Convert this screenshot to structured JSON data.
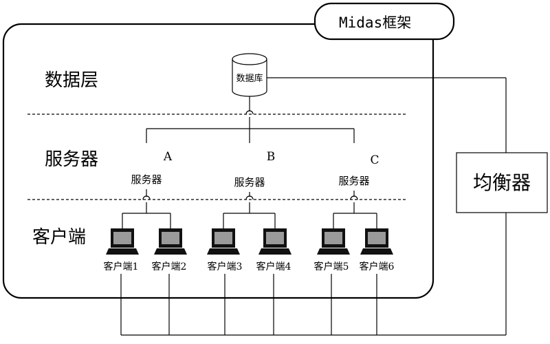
{
  "framework": {
    "title": "Midas框架"
  },
  "layers": {
    "data": "数据层",
    "server": "服务器",
    "client": "客户端"
  },
  "database": {
    "label": "数据库"
  },
  "balancer": {
    "label": "均衡器"
  },
  "servers": [
    {
      "letter": "A",
      "label": "服务器"
    },
    {
      "letter": "B",
      "label": "服务器"
    },
    {
      "letter": "C",
      "label": "服务器"
    }
  ],
  "clients": [
    {
      "label": "客户端1"
    },
    {
      "label": "客户端2"
    },
    {
      "label": "客户端3"
    },
    {
      "label": "客户端4"
    },
    {
      "label": "客户端5"
    },
    {
      "label": "客户端6"
    }
  ]
}
